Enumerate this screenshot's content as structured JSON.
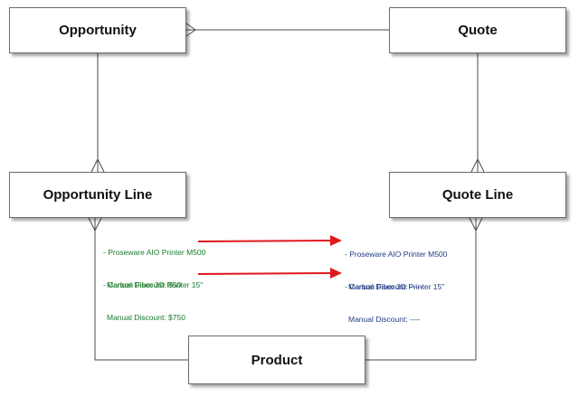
{
  "entities": {
    "opportunity": "Opportunity",
    "quote": "Quote",
    "opportunity_line": "Opportunity Line",
    "quote_line": "Quote Line",
    "product": "Product"
  },
  "opportunity_notes": [
    {
      "product": "- Proseware AIO Printer M500",
      "discount": "Manual Discount: $50"
    },
    {
      "product": "- Carbon Fiber 3D Printer 15\"",
      "discount": "Manual Discount: $750"
    }
  ],
  "quote_notes": [
    {
      "product": "- Proseware AIO Printer M500",
      "discount": "Manual Discount: -----"
    },
    {
      "product": "- Carbon Fiber 3D Printer 15\"",
      "discount": "Manual Discount: ----"
    }
  ],
  "colors": {
    "opportunity_text": "#1a7a2a",
    "quote_text": "#1f3b82",
    "arrow": "#e0191e",
    "connector": "#4a4a4a"
  }
}
